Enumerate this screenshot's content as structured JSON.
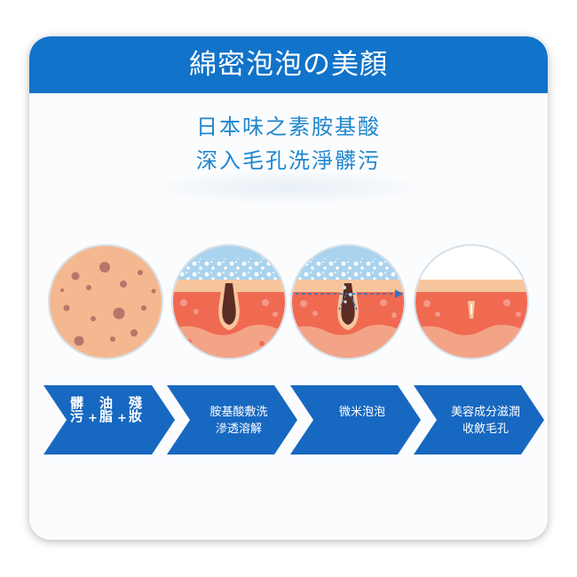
{
  "header": {
    "title": "綿密泡泡の美顏"
  },
  "headline": {
    "line1": "日本味之素胺基酸",
    "line2": "深入毛孔洗淨髒污"
  },
  "steps": [
    {
      "parts": [
        "髒污",
        "油脂",
        "殘妝"
      ],
      "joiner": "+"
    },
    {
      "line1": "胺基酸敷洗",
      "line2": "滲透溶解"
    },
    {
      "line1": "微米泡泡"
    },
    {
      "line1": "美容成分滋潤",
      "line2": "收斂毛孔"
    }
  ],
  "colors": {
    "banner_blue": "#1173c9",
    "headline_blue": "#1f86cf",
    "arrow_blue": "#1768c1",
    "skin_tan": "#f3b890",
    "spot_brown": "#b9756a",
    "foam_blue": "#a9d3ee",
    "epidermis_peach": "#f6c59c",
    "dermis_red": "#f06a52",
    "deep_skin": "#f4a486",
    "pore_dark": "#5c2d24",
    "arrow_dash": "#2f74c2"
  },
  "icons": [
    "skin-spots-circle",
    "pore-dirty-circle",
    "pore-foam-circle",
    "pore-clean-circle",
    "right-arrow-icon"
  ]
}
